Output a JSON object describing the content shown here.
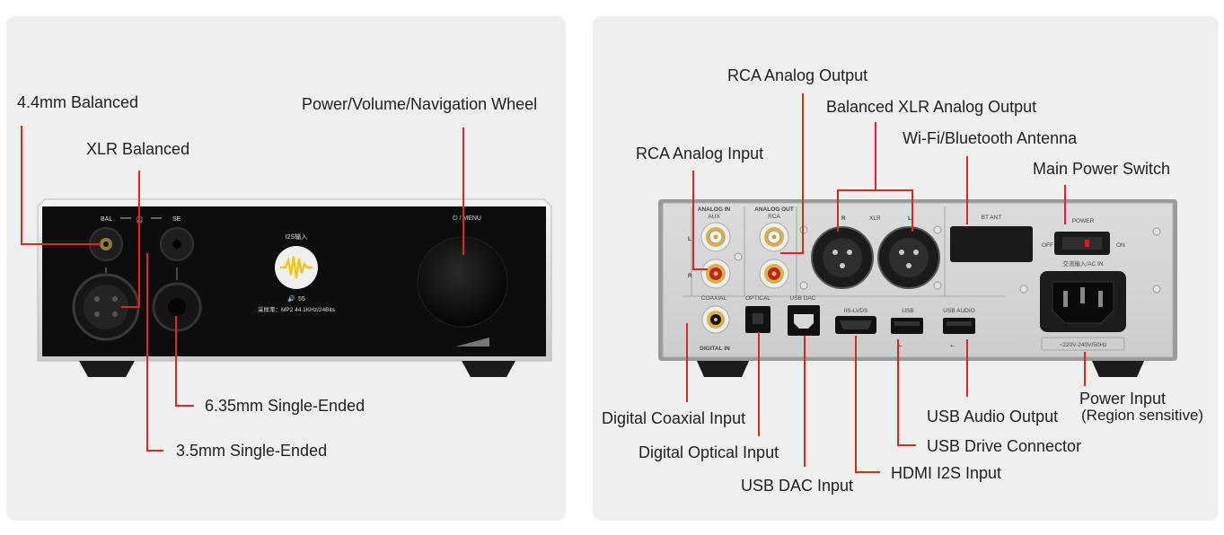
{
  "front": {
    "callouts": {
      "bal44": "4.4mm Balanced",
      "xlr": "XLR Balanced",
      "wheel": "Power/Volume/Navigation Wheel",
      "se635": "6.35mm Single-Ended",
      "se35": "3.5mm Single-Ended"
    },
    "device": {
      "bal_label": "BAL",
      "se_label": "SE",
      "menu_label": "⏻ / MENU",
      "screen_input": "I2S输入",
      "screen_volume": "55",
      "screen_sample": "采样率：MP2 44.1KHz/24Bits"
    }
  },
  "rear": {
    "callouts": {
      "rca_out": "RCA Analog Output",
      "xlr_out": "Balanced XLR Analog Output",
      "rca_in": "RCA Analog Input",
      "antenna": "Wi-Fi/Bluetooth Antenna",
      "power_switch": "Main Power Switch",
      "coaxial": "Digital Coaxial Input",
      "optical": "Digital Optical Input",
      "usb_dac": "USB DAC Input",
      "hdmi": "HDMI I2S Input",
      "usb_audio": "USB Audio Output",
      "usb_drive": "USB Drive Connector",
      "power_input": "Power Input",
      "power_input_note": "(Region sensitive)"
    },
    "device": {
      "analog_in": "ANALOG IN",
      "aux": "AUX",
      "analog_out": "ANALOG OUT",
      "rca": "RCA",
      "xlr": "XLR",
      "r": "R",
      "l": "L",
      "bt_ant": "BT ANT",
      "power": "POWER",
      "off": "OFF",
      "on": "ON",
      "ac_in": "交流输入/AC IN",
      "coaxial": "COAXIAL",
      "optical": "OPTICAL",
      "usb_dac": "USB DAC",
      "iis_lvds": "IIS-LVDS",
      "usb": "USB",
      "usb_audio": "USB AUDIO",
      "digital_in": "DIGITAL IN",
      "voltage": "~220V-240V/50Hz"
    }
  },
  "colors": {
    "accent": "#e1261c",
    "panel": "#efefef",
    "screen_wave": "#f2c200"
  }
}
